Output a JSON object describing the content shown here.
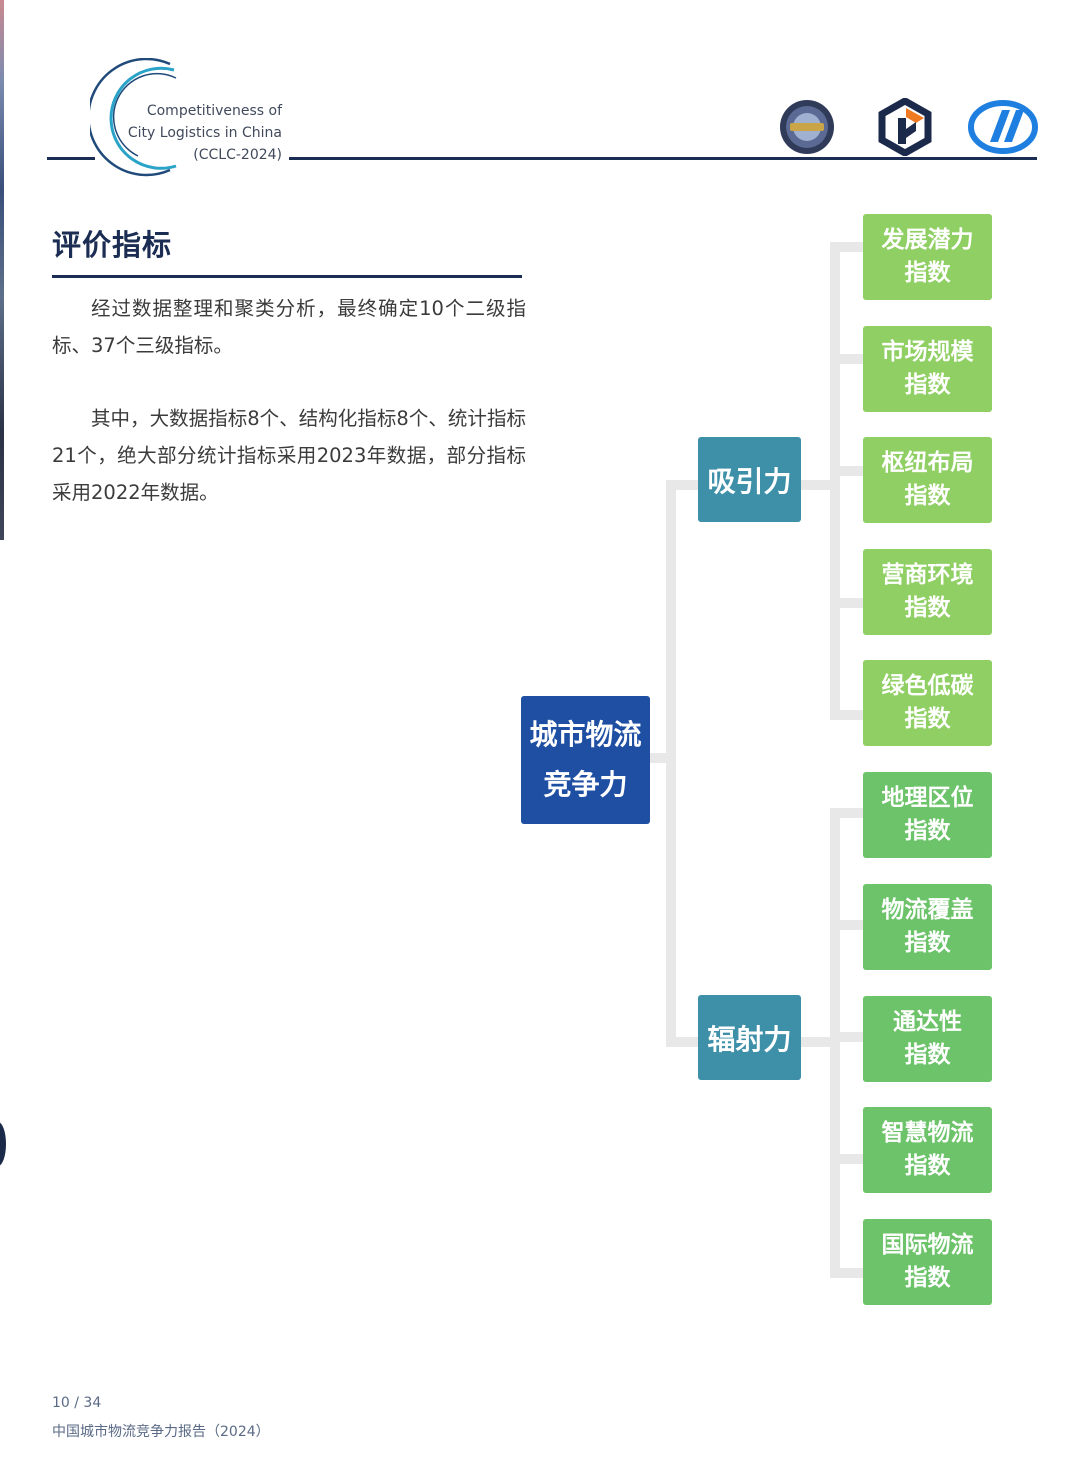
{
  "header": {
    "logo_lines": [
      "Competitiveness  of",
      "City Logistics in China",
      "(CCLC-2024)"
    ],
    "partner_logos": [
      "association-seal-icon",
      "k-logo-icon",
      "swoosh-logo-icon"
    ]
  },
  "section": {
    "title": "评价指标",
    "paragraph1": "经过数据整理和聚类分析，最终确定10个二级指标、37个三级指标。",
    "paragraph2": "其中，大数据指标8个、结构化指标8个、统计指标21个，绝大部分统计指标采用2023年数据，部分指标采用2022年数据。"
  },
  "tree": {
    "root": [
      "城市物流",
      "竞争力"
    ],
    "branches": [
      {
        "label": "吸引力",
        "leaves": [
          [
            "发展潜力",
            "指数"
          ],
          [
            "市场规模",
            "指数"
          ],
          [
            "枢纽布局",
            "指数"
          ],
          [
            "营商环境",
            "指数"
          ],
          [
            "绿色低碳",
            "指数"
          ]
        ]
      },
      {
        "label": "辐射力",
        "leaves": [
          [
            "地理区位",
            "指数"
          ],
          [
            "物流覆盖",
            "指数"
          ],
          [
            "通达性",
            "指数"
          ],
          [
            "智慧物流",
            "指数"
          ],
          [
            "国际物流",
            "指数"
          ]
        ]
      }
    ]
  },
  "colors": {
    "navy": "#1b2d52",
    "root": "#1f4fa3",
    "branch": "#3e8fa8",
    "leaf_light": "#8fcf63",
    "leaf_dark": "#6cc36a",
    "connector": "#e8e8e8"
  },
  "footer": {
    "page": "10 / 34",
    "title": "中国城市物流竞争力报告（2024）"
  }
}
